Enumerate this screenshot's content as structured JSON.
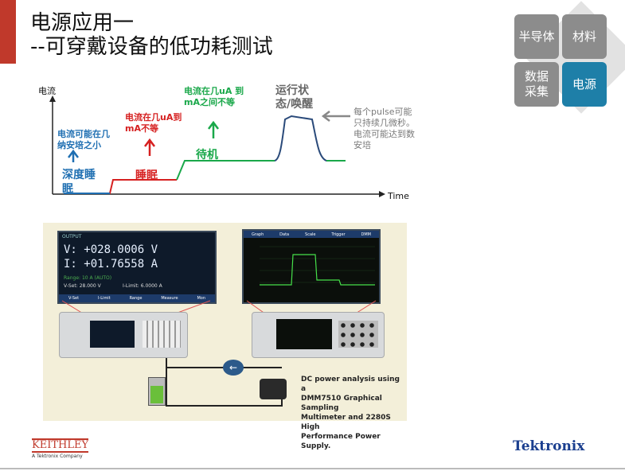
{
  "slide": {
    "title_line1": "电源应用一",
    "title_line2": "--可穿戴设备的低功耗测试"
  },
  "nav_tiles": [
    {
      "label": "半导体",
      "color": "#8c8c8c"
    },
    {
      "label": "材料",
      "color": "#8c8c8c"
    },
    {
      "label": "数据\n采集",
      "color": "#8c8c8c"
    },
    {
      "label": "电源",
      "color": "#1e7fa8"
    }
  ],
  "diagram": {
    "y_axis_label": "电流",
    "x_axis_label": "Time",
    "deep_sleep_note": "电流可能在几\n纳安培之小",
    "deep_sleep_label": "深度睡\n眠",
    "sleep_note": "电流在几uA到\nmA不等",
    "sleep_label": "睡眠",
    "standby_note": "电流在几uA 到\nmA之间不等",
    "standby_label": "待机",
    "active_label": "运行状\n态/唤醒",
    "pulse_note": "每个pulse可能\n只持续几微秒。\n电流可能达到数\n安培"
  },
  "photo": {
    "psu_readout_v": "V: +028.0006 V",
    "psu_readout_i": "I: +01.76558 A",
    "psu_output_label": "OUTPUT",
    "psu_range": "Range: 10 A     (AUTO)",
    "psu_vset": "V-Set: 28.000 V",
    "psu_ilimit": "I-Limit: 6.0000 A",
    "psu_menu": [
      "V-Set",
      "I-Limit",
      "Range",
      "Measure",
      "Mon"
    ],
    "dmm_tabs": [
      "Graph",
      "Data",
      "Scale",
      "Trigger",
      "DMM"
    ],
    "caption": "DC power analysis using a\nDMM7510 Graphical Sampling\nMultimeter and 2280S High\nPerformance Power Supply."
  },
  "footer": {
    "keithley_brand": "KEITHLEY",
    "keithley_sub": "A Tektronix Company",
    "tektronix_brand": "Tektronix"
  },
  "colors": {
    "accent_red": "#c0392b",
    "blue": "#1f6fb2",
    "red": "#d62020",
    "green": "#1aa84a",
    "gray": "#7a7a7a",
    "tile_active": "#1e7fa8"
  }
}
